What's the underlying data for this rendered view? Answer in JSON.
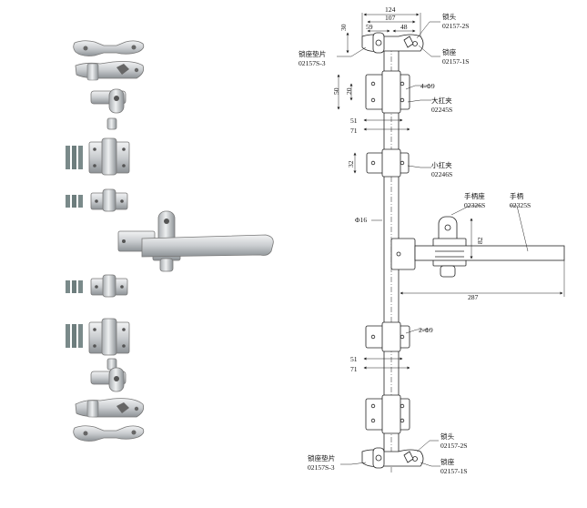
{
  "dimensions": {
    "top_overall": "124",
    "top_span": "107",
    "top_left": "59",
    "top_right": "48",
    "top_height": "30",
    "clamp_height": "50",
    "clamp_hole_spacing": "20",
    "clamp_inner_width": "51",
    "clamp_outer_width": "71",
    "small_clamp_height": "32",
    "rod_diameter": "Φ16",
    "handle_height": "82",
    "handle_length": "287",
    "lower_inner_width": "51",
    "lower_outer_width": "71"
  },
  "labels": {
    "lock_head_top": {
      "name": "锁头",
      "code": "02157-2S"
    },
    "lock_seat_top": {
      "name": "锁座",
      "code": "02157-1S"
    },
    "lock_pad_top": {
      "name": "锁座垫片",
      "code": "02157S-3"
    },
    "holes_4": "4-Φ9",
    "big_clamp": {
      "name": "大扛夹",
      "code": "02245S"
    },
    "small_clamp": {
      "name": "小扛夹",
      "code": "02246S"
    },
    "handle_seat": {
      "name": "手柄座",
      "code": "02326S"
    },
    "handle": {
      "name": "手柄",
      "code": "02325S"
    },
    "holes_2": "2-Φ9",
    "lock_head_bottom": {
      "name": "锁头",
      "code": "02157-2S"
    },
    "lock_seat_bottom": {
      "name": "锁座",
      "code": "02157-1S"
    },
    "lock_pad_bottom": {
      "name": "锁座垫片",
      "code": "02157S-3"
    }
  },
  "colors": {
    "metal_light": "#e4e6e8",
    "metal_mid": "#b9bdc1",
    "metal_dark": "#6f7478",
    "line": "#222222"
  }
}
